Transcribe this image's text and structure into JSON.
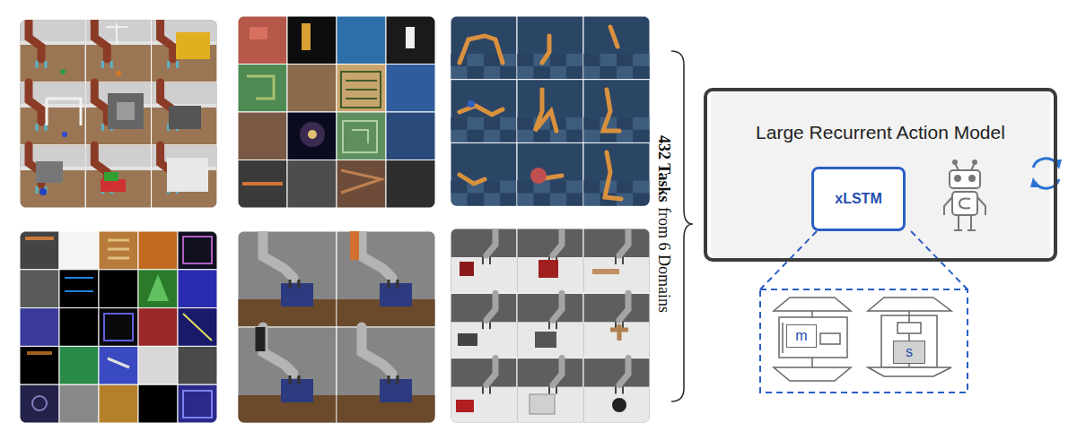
{
  "diagram": {
    "nodes": [
      {
        "text": [
          "Large Recurrent Action Model"
        ]
      },
      {
        "text": [
          "xLSTM"
        ],
        "in": 0
      },
      {
        "text": [
          "m"
        ]
      },
      {
        "text": [
          "s"
        ]
      }
    ],
    "labels": [
      "432 Tasks",
      "from 6 Domains"
    ]
  }
}
